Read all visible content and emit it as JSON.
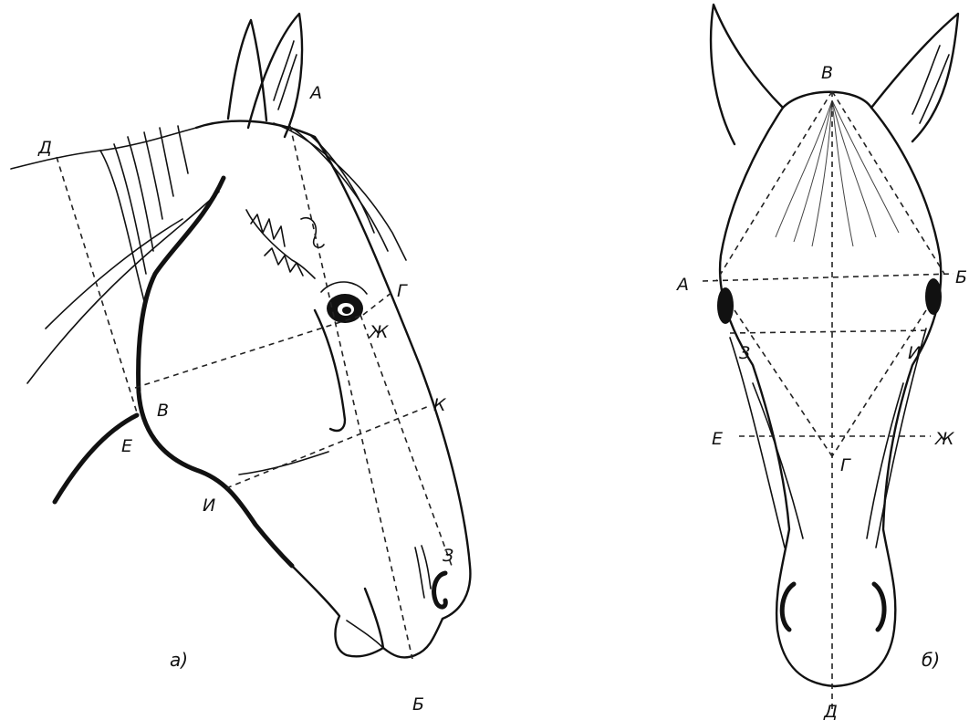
{
  "figure_a": {
    "caption": "а)",
    "labels": {
      "A": "А",
      "B": "Б",
      "V": "В",
      "G": "Г",
      "D": "Д",
      "E": "Е",
      "Zh": "Ж",
      "Z": "З",
      "I": "И",
      "K": "К"
    }
  },
  "figure_b": {
    "caption": "б)",
    "labels": {
      "A": "А",
      "B": "Б",
      "V": "В",
      "G": "Г",
      "D": "Д",
      "E": "Е",
      "Zh": "Ж",
      "Z": "З",
      "I": "И"
    }
  }
}
